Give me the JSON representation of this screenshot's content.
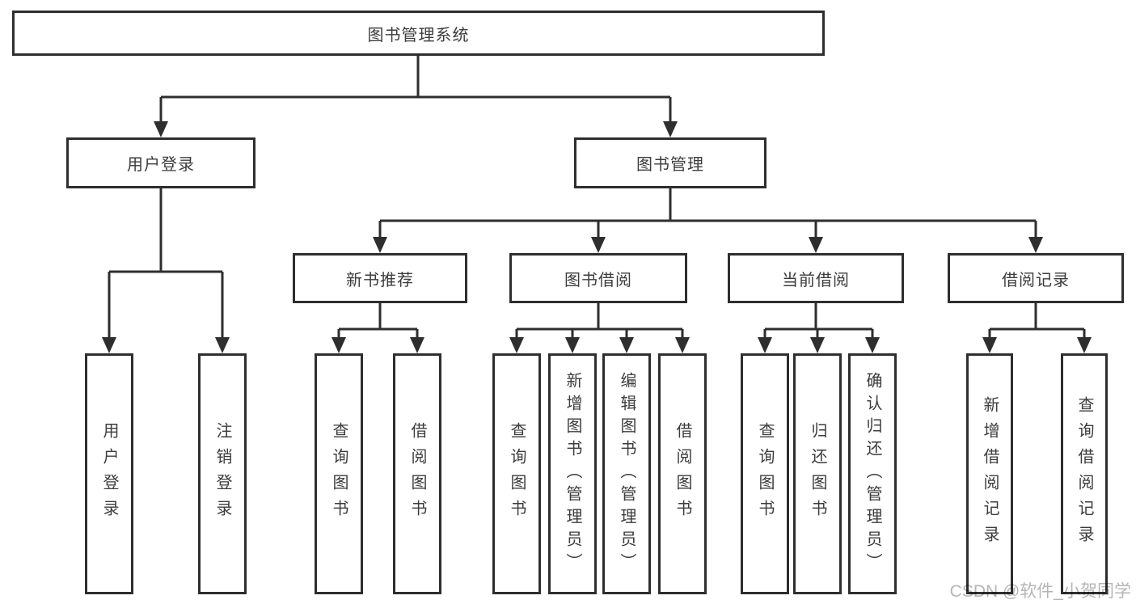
{
  "diagram": {
    "type": "hierarchy-tree",
    "colors": {
      "line": "#2e2e2e",
      "box_border": "#2e2e2e",
      "text": "#3c3c3c",
      "background": "#ffffff",
      "watermark": "#b5b5b5"
    },
    "tree": {
      "root": "图书管理系统",
      "children": [
        {
          "label": "用户登录",
          "children": [
            "用户登录",
            "注销登录"
          ]
        },
        {
          "label": "图书管理",
          "children": [
            {
              "label": "新书推荐",
              "children": [
                "查询图书",
                "借阅图书"
              ]
            },
            {
              "label": "图书借阅",
              "children": [
                "查询图书",
                "新增图书（管理员）",
                "编辑图书（管理员）",
                "借阅图书"
              ]
            },
            {
              "label": "当前借阅",
              "children": [
                "查询图书",
                "归还图书",
                "确认归还（管理员）"
              ]
            },
            {
              "label": "借阅记录",
              "children": [
                "新增借阅记录",
                "查询借阅记录"
              ]
            }
          ]
        }
      ]
    },
    "watermark": {
      "text": "CSDN @软件_小贺同学"
    }
  }
}
